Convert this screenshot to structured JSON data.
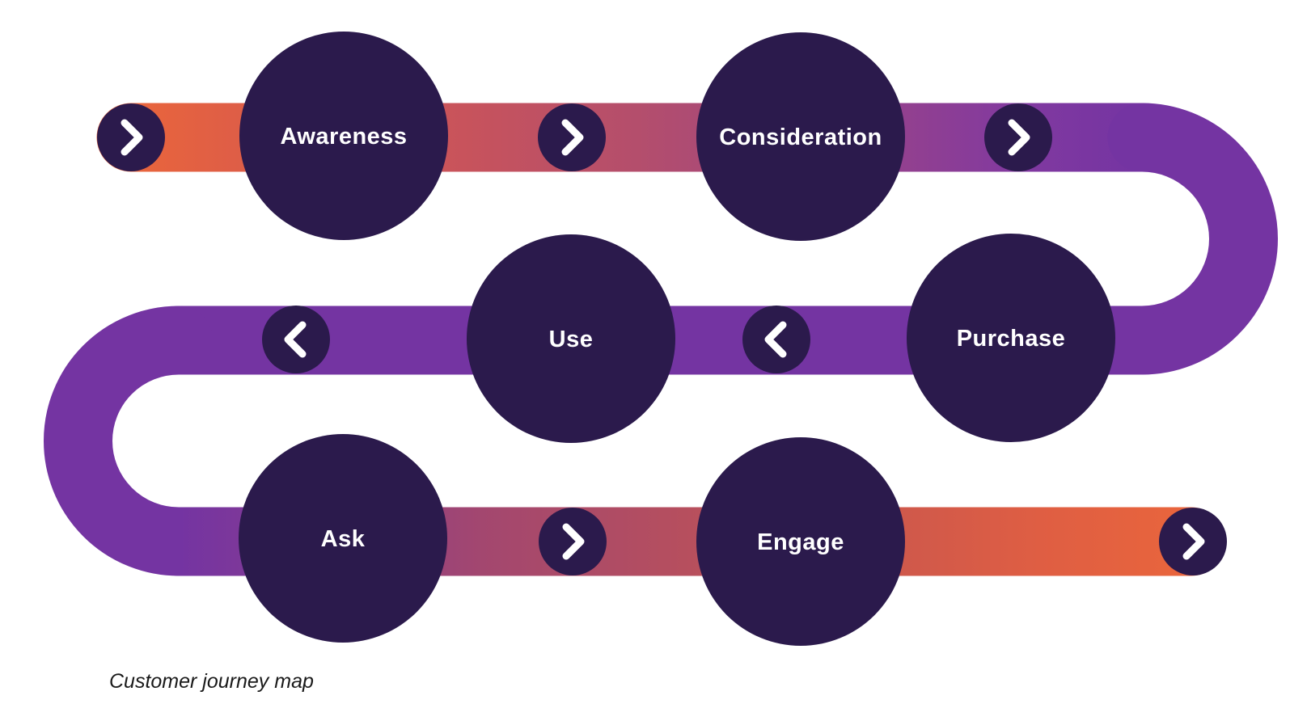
{
  "diagram": {
    "type": "customer-journey-map",
    "caption": "Customer journey map",
    "stages": [
      {
        "label": "Awareness",
        "row": "top",
        "order": 1
      },
      {
        "label": "Consideration",
        "row": "top",
        "order": 2
      },
      {
        "label": "Purchase",
        "row": "middle",
        "order": 3
      },
      {
        "label": "Use",
        "row": "middle",
        "order": 4
      },
      {
        "label": "Ask",
        "row": "bottom",
        "order": 5
      },
      {
        "label": "Engage",
        "row": "bottom",
        "order": 6
      }
    ],
    "arrows": {
      "count": 7,
      "directions": [
        "right",
        "right",
        "right",
        "left",
        "left",
        "right",
        "right"
      ]
    },
    "colors": {
      "path_start_orange": "#E9653C",
      "path_mid_magenta": "#B44E66",
      "path_purple": "#7434A2",
      "node_fill": "#2B1A4C",
      "arrow_stroke": "#FFFFFF",
      "label_text": "#FFFFFF",
      "caption_text": "#1A1A1A",
      "background": "#FFFFFF"
    }
  }
}
